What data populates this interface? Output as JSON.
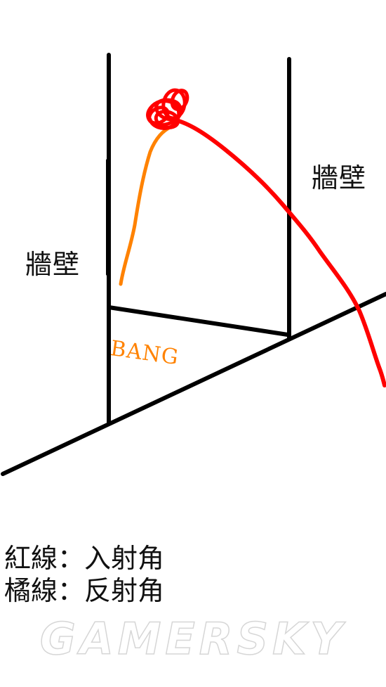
{
  "walls": {
    "left_label": "牆壁",
    "right_label": "牆壁"
  },
  "impact_label": "BANG",
  "legend": {
    "red": "紅線：入射角",
    "orange": "橘線：反射角"
  },
  "watermark": "GAMERSKY",
  "colors": {
    "red_line": "#ff0000",
    "orange_line": "#ff8200",
    "structure": "#000000"
  }
}
